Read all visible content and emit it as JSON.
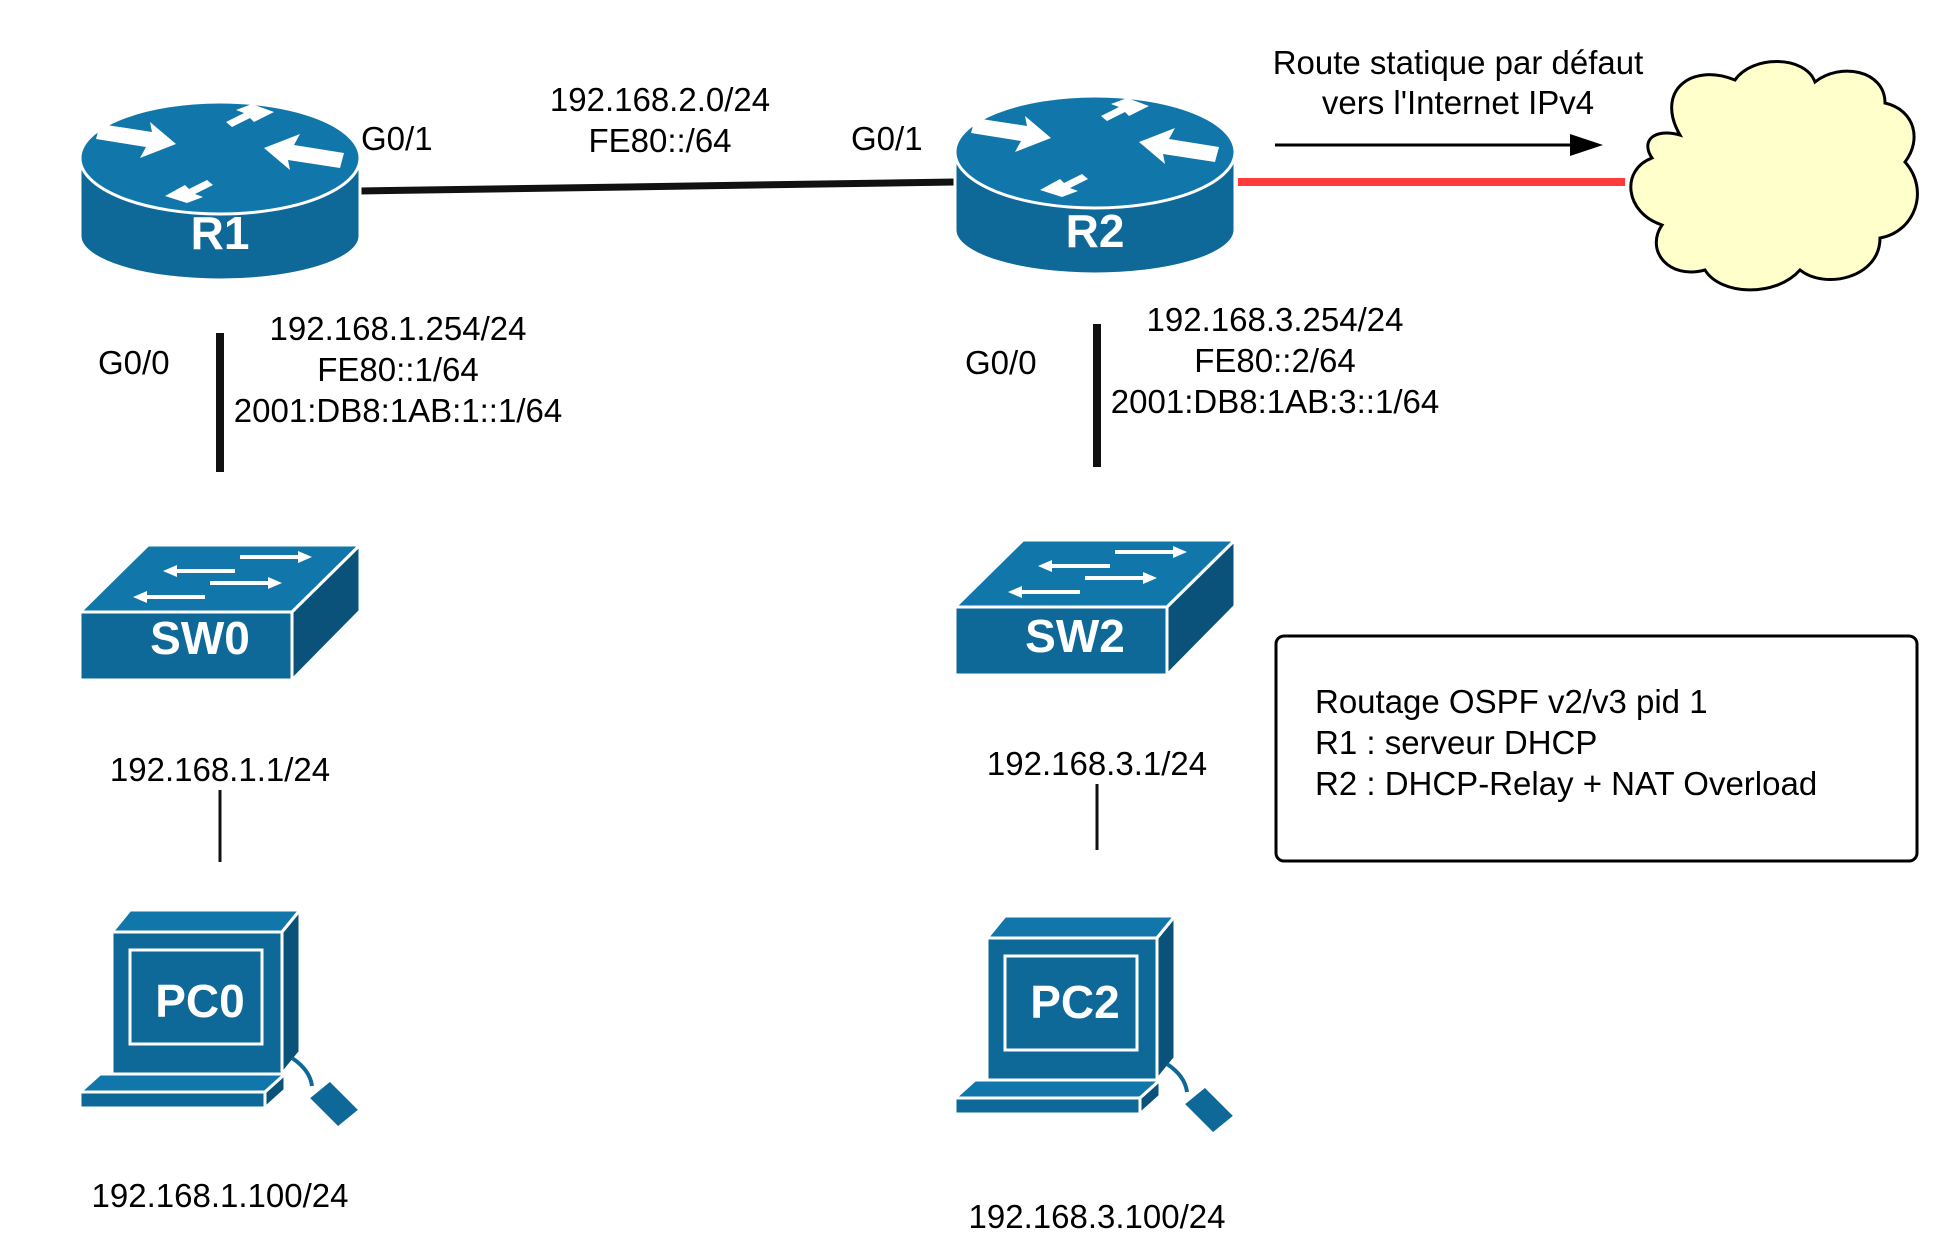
{
  "devices": {
    "r1": {
      "name": "R1"
    },
    "r2": {
      "name": "R2"
    },
    "sw0": {
      "name": "SW0"
    },
    "sw2": {
      "name": "SW2"
    },
    "pc0": {
      "name": "PC0"
    },
    "pc2": {
      "name": "PC2"
    }
  },
  "links": {
    "r1_r2": {
      "network": "192.168.2.0/24",
      "ipv6": "FE80::/64",
      "r1_iface": "G0/1",
      "r2_iface": "G0/1"
    },
    "r1_sw0": {
      "iface": "G0/0",
      "ipv4": "192.168.1.254/24",
      "ipv6_ll": "FE80::1/64",
      "ipv6_gua": "2001:DB8:1AB:1::1/64"
    },
    "r2_sw2": {
      "iface": "G0/0",
      "ipv4": "192.168.3.254/24",
      "ipv6_ll": "FE80::2/64",
      "ipv6_gua": "2001:DB8:1AB:3::1/64"
    },
    "sw0_addr": "192.168.1.1/24",
    "sw2_addr": "192.168.3.1/24",
    "pc0_addr": "192.168.1.100/24",
    "pc2_addr": "192.168.3.100/24"
  },
  "internet": {
    "route_line1": "Route statique par défaut",
    "route_line2": "vers l'Internet IPv4",
    "link_color": "#ff3b3b"
  },
  "notes": {
    "line1": "Routage OSPF v2/v3 pid 1",
    "line2": "R1 : serveur DHCP",
    "line3": "R2 : DHCP-Relay + NAT Overload"
  },
  "colors": {
    "device_fill": "#0e6898",
    "device_side": "#0a5279",
    "device_top": "#1177ab"
  }
}
